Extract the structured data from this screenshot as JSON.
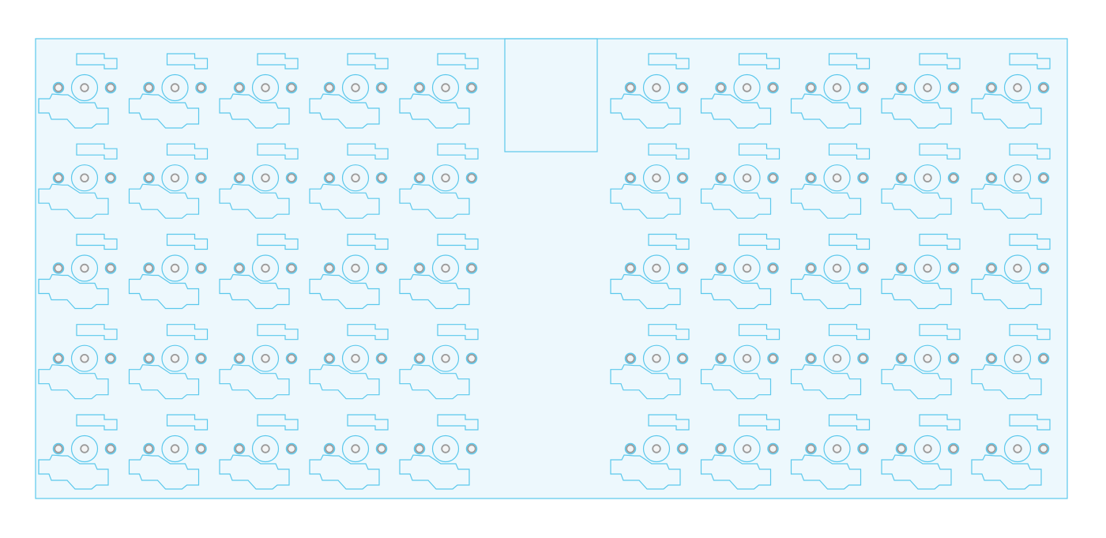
{
  "board": {
    "outline_color": "#5bc8ec",
    "fill_color": "#edf8fd",
    "hole_color": "#9a9a9a"
  },
  "layout": {
    "halves": [
      "left",
      "right"
    ],
    "columns_per_half": 5,
    "rows": 5,
    "footprint": "key-switch-footprint"
  }
}
